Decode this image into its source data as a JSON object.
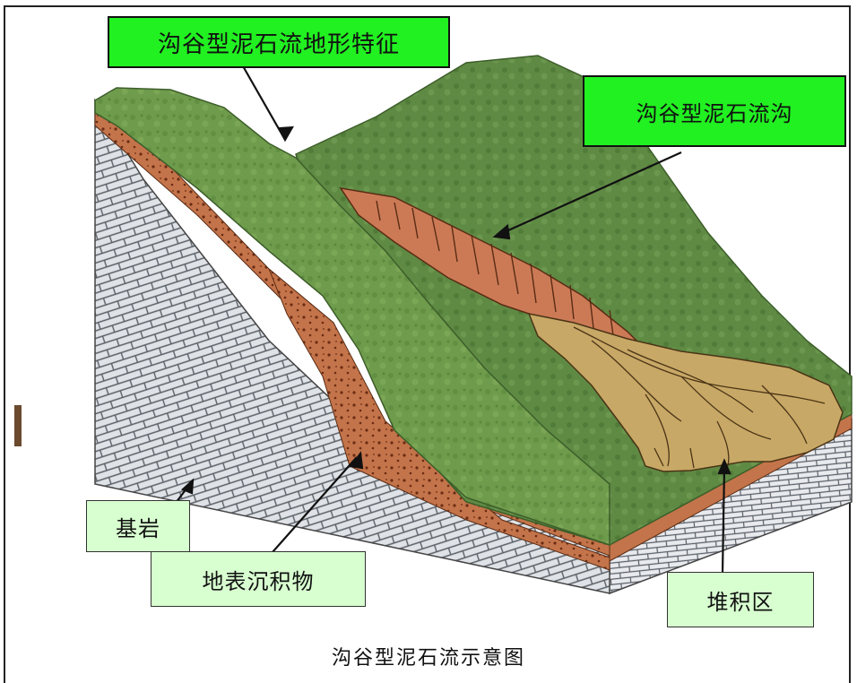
{
  "labels": {
    "topographic_features": "沟谷型泥石流地形特征",
    "gully": "沟谷型泥石流沟",
    "bedrock": "基岩",
    "surface_deposits": "地表沉积物",
    "accumulation_zone": "堆积区"
  },
  "caption": "沟谷型泥石流示意图",
  "colors": {
    "grass": "#6f9b4c",
    "soil": "#c7794d",
    "fan": "#c8a866",
    "bedrock": "#d6d8dc",
    "label_bright": "#21f021",
    "label_pale": "#d8ffd0"
  }
}
